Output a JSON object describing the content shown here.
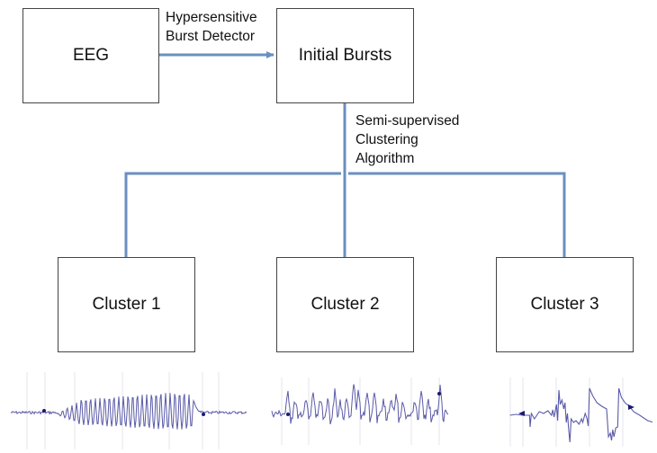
{
  "nodes": {
    "eeg": "EEG",
    "initial_bursts": "Initial Bursts",
    "cluster1": "Cluster 1",
    "cluster2": "Cluster 2",
    "cluster3": "Cluster 3"
  },
  "edges": {
    "detector_label_line1": "Hypersensitive",
    "detector_label_line2": "Burst Detector",
    "clustering_label_line1": "Semi-supervised",
    "clustering_label_line2": "Clustering",
    "clustering_label_line3": "Algorithm"
  },
  "colors": {
    "connector": "#6a8fbf",
    "waveform": "#5a5aa8",
    "marker": "#1a1a6e",
    "gridline": "#e4e4ee",
    "box_border": "#444444"
  },
  "waveforms": [
    {
      "name": "cluster1-waveform",
      "pattern": "spindle"
    },
    {
      "name": "cluster2-waveform",
      "pattern": "spiky"
    },
    {
      "name": "cluster3-waveform",
      "pattern": "artifact"
    }
  ]
}
